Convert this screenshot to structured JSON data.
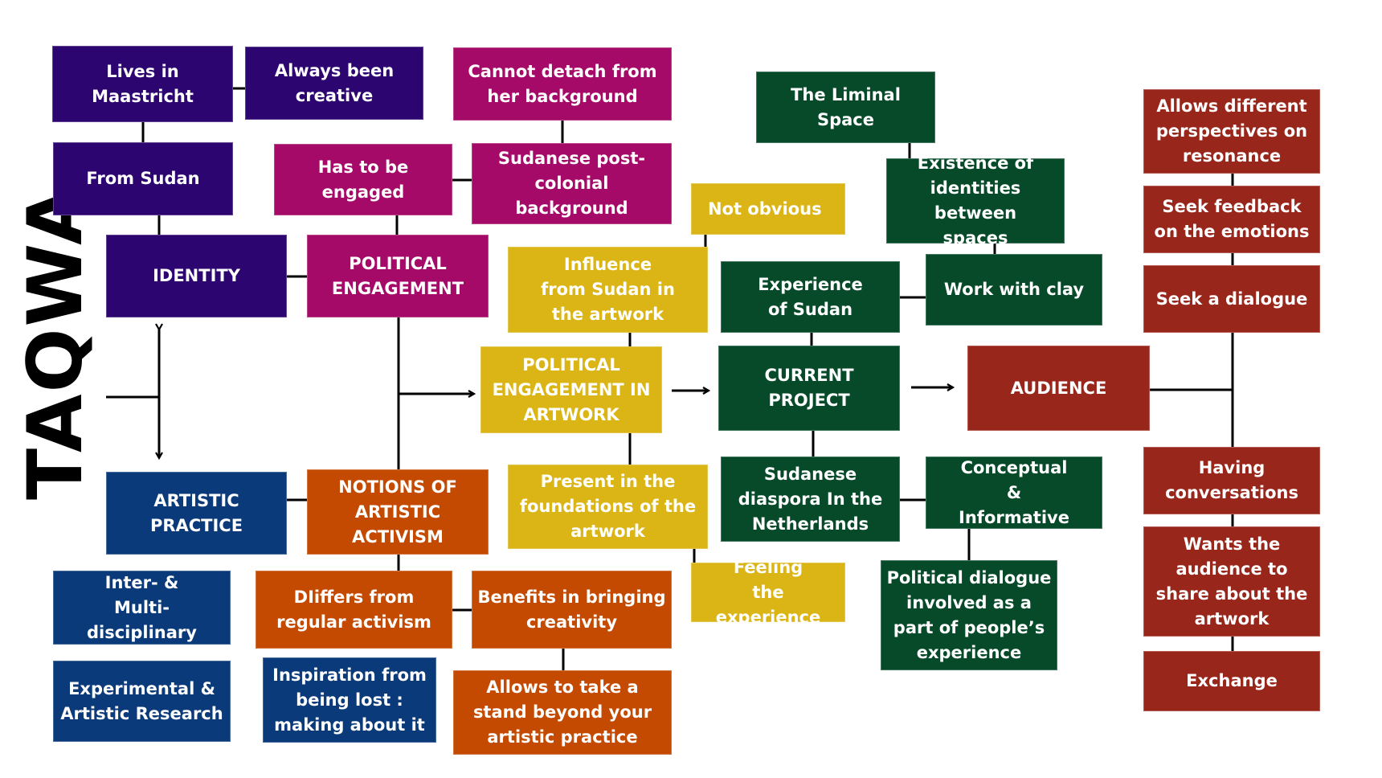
{
  "title": "TAQWA",
  "colors": {
    "identity": "#2d0570",
    "political": "#a50a68",
    "artistic": "#0a3a7a",
    "activism": "#c34a00",
    "artwork": "#dbb515",
    "project": "#064a29",
    "audience": "#98261a",
    "connector": "#000000"
  },
  "nodes": {
    "lives_in_maastricht": "Lives in Maastricht",
    "always_creative": "Always been creative",
    "from_sudan": "From Sudan",
    "identity": "IDENTITY",
    "artistic_practice": "ARTISTIC PRACTICE",
    "inter_multi": "Inter- & Multi-disciplinary",
    "experimental": "Experimental & Artistic Research",
    "has_to_be_engaged": "Has to be engaged",
    "political_engagement": "POLITICAL ENGAGEMENT",
    "notions_activism": "NOTIONS OF ARTISTIC ACTIVISM",
    "cannot_detach": "Cannot detach from her background",
    "post_colonial": "Sudanese post-colonial background",
    "differs": "DIiffers from regular activism",
    "benefits": "Benefits in bringing creativity",
    "inspiration": "Inspiration from being lost : making about it",
    "take_a_stand": "Allows to take a stand beyond your artistic practice",
    "not_obvious": "Not obvious",
    "influence_sudan": "Influence from Sudan in the artwork",
    "pe_in_artwork": "POLITICAL ENGAGEMENT IN ARTWORK",
    "present_foundations": "Present in the foundations of the artwork",
    "feeling_experience": "Feeling the experience",
    "liminal_space": "The Liminal Space",
    "existence_identities": "Existence of identities between spaces",
    "experience_sudan": "Experience of Sudan",
    "work_clay": "Work with clay",
    "current_project": "CURRENT PROJECT",
    "diaspora": "Sudanese diaspora In the Netherlands",
    "conceptual": "Conceptual & Informative",
    "political_dialogue": "Political dialogue involved as a part of people’s experience",
    "audience": "AUDIENCE",
    "different_perspectives": "Allows different perspectives on resonance",
    "seek_feedback": "Seek feedback on the emotions",
    "seek_dialogue": "Seek a dialogue",
    "having_conversations": "Having conversations",
    "wants_share": "Wants the audience to share about the artwork",
    "exchange": "Exchange"
  }
}
